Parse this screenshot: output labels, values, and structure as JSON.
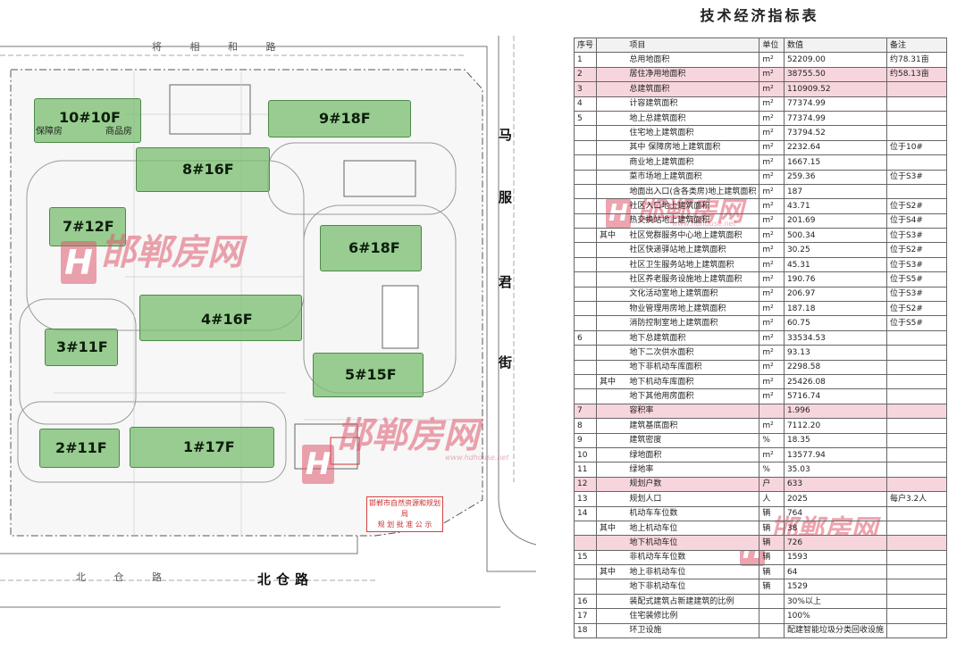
{
  "roads": {
    "north": "将 相 和 路",
    "east": [
      "马",
      "服",
      "君",
      "街"
    ],
    "south_small": "北 仓 路",
    "south_bold": "北仓路"
  },
  "buildings": [
    {
      "id": "b10",
      "label": "10#10F"
    },
    {
      "id": "b9",
      "label": "9#18F"
    },
    {
      "id": "b8",
      "label": "8#16F"
    },
    {
      "id": "b7",
      "label": "7#12F"
    },
    {
      "id": "b6",
      "label": "6#18F"
    },
    {
      "id": "b4",
      "label": "4#16F"
    },
    {
      "id": "b3",
      "label": "3#11F"
    },
    {
      "id": "b5",
      "label": "5#15F"
    },
    {
      "id": "b2",
      "label": "2#11F"
    },
    {
      "id": "b1",
      "label": "1#17F"
    }
  ],
  "small_labels": {
    "security": "保障房",
    "shops": "商品房"
  },
  "notice_lines": [
    "邯郸市自然资源和规划局",
    "规 划 批 准 公 示"
  ],
  "watermark": {
    "logo": "H",
    "text": "邯郸房网",
    "url": "www.hdhouse.net"
  },
  "table": {
    "title": "技术经济指标表",
    "headers": [
      "序号",
      "项目",
      "单位",
      "数值",
      "备注"
    ],
    "rows": [
      {
        "no": "1",
        "group": "",
        "item": "总用地面积",
        "unit": "m²",
        "value": "52209.00",
        "note": "约78.31亩",
        "hl": false
      },
      {
        "no": "2",
        "group": "",
        "item": "居住净用地面积",
        "unit": "m²",
        "value": "38755.50",
        "note": "约58.13亩",
        "hl": true
      },
      {
        "no": "3",
        "group": "",
        "item": "总建筑面积",
        "unit": "m²",
        "value": "110909.52",
        "note": "",
        "hl": true
      },
      {
        "no": "4",
        "group": "",
        "item": "计容建筑面积",
        "unit": "m²",
        "value": "77374.99",
        "note": "",
        "hl": false
      },
      {
        "no": "5",
        "group": "",
        "item": "地上总建筑面积",
        "unit": "m²",
        "value": "77374.99",
        "note": "",
        "hl": false
      },
      {
        "no": "",
        "group": "",
        "item": "住宅地上建筑面积",
        "unit": "m²",
        "value": "73794.52",
        "note": "",
        "hl": false
      },
      {
        "no": "",
        "group": "",
        "item": "其中    保障房地上建筑面积",
        "unit": "m²",
        "value": "2232.64",
        "note": "位于10#",
        "hl": false
      },
      {
        "no": "",
        "group": "",
        "item": "商业地上建筑面积",
        "unit": "m²",
        "value": "1667.15",
        "note": "",
        "hl": false
      },
      {
        "no": "",
        "group": "",
        "item": "菜市场地上建筑面积",
        "unit": "m²",
        "value": "259.36",
        "note": "位于S3#",
        "hl": false
      },
      {
        "no": "",
        "group": "",
        "item": "地面出入口(含各类房)地上建筑面积",
        "unit": "m²",
        "value": "187",
        "note": "",
        "hl": false
      },
      {
        "no": "",
        "group": "",
        "item": "社区入口地上建筑面积",
        "unit": "m²",
        "value": "43.71",
        "note": "位于S2#",
        "hl": false
      },
      {
        "no": "",
        "group": "",
        "item": "热交换站地上建筑面积",
        "unit": "m²",
        "value": "201.69",
        "note": "位于S4#",
        "hl": false
      },
      {
        "no": "",
        "group": "其中",
        "item": "社区党群服务中心地上建筑面积",
        "unit": "m²",
        "value": "500.34",
        "note": "位于S3#",
        "hl": false
      },
      {
        "no": "",
        "group": "",
        "item": "社区快递驿站地上建筑面积",
        "unit": "m²",
        "value": "30.25",
        "note": "位于S2#",
        "hl": false
      },
      {
        "no": "",
        "group": "",
        "item": "社区卫生服务站地上建筑面积",
        "unit": "m²",
        "value": "45.31",
        "note": "位于S3#",
        "hl": false
      },
      {
        "no": "",
        "group": "",
        "item": "社区养老服务设施地上建筑面积",
        "unit": "m²",
        "value": "190.76",
        "note": "位于S5#",
        "hl": false
      },
      {
        "no": "",
        "group": "",
        "item": "文化活动室地上建筑面积",
        "unit": "m²",
        "value": "206.97",
        "note": "位于S3#",
        "hl": false
      },
      {
        "no": "",
        "group": "",
        "item": "物业管理用房地上建筑面积",
        "unit": "m²",
        "value": "187.18",
        "note": "位于S2#",
        "hl": false
      },
      {
        "no": "",
        "group": "",
        "item": "消防控制室地上建筑面积",
        "unit": "m²",
        "value": "60.75",
        "note": "位于S5#",
        "hl": false
      },
      {
        "no": "6",
        "group": "",
        "item": "地下总建筑面积",
        "unit": "m²",
        "value": "33534.53",
        "note": "",
        "hl": false
      },
      {
        "no": "",
        "group": "",
        "item": "地下二次供水面积",
        "unit": "m²",
        "value": "93.13",
        "note": "",
        "hl": false
      },
      {
        "no": "",
        "group": "",
        "item": "地下非机动车库面积",
        "unit": "m²",
        "value": "2298.58",
        "note": "",
        "hl": false
      },
      {
        "no": "",
        "group": "其中",
        "item": "地下机动车库面积",
        "unit": "m²",
        "value": "25426.08",
        "note": "",
        "hl": false
      },
      {
        "no": "",
        "group": "",
        "item": "地下其他用房面积",
        "unit": "m²",
        "value": "5716.74",
        "note": "",
        "hl": false
      },
      {
        "no": "7",
        "group": "",
        "item": "容积率",
        "unit": "",
        "value": "1.996",
        "note": "",
        "hl": true
      },
      {
        "no": "8",
        "group": "",
        "item": "建筑基底面积",
        "unit": "m²",
        "value": "7112.20",
        "note": "",
        "hl": false
      },
      {
        "no": "9",
        "group": "",
        "item": "建筑密度",
        "unit": "%",
        "value": "18.35",
        "note": "",
        "hl": false
      },
      {
        "no": "10",
        "group": "",
        "item": "绿地面积",
        "unit": "m²",
        "value": "13577.94",
        "note": "",
        "hl": false
      },
      {
        "no": "11",
        "group": "",
        "item": "绿地率",
        "unit": "%",
        "value": "35.03",
        "note": "",
        "hl": false
      },
      {
        "no": "12",
        "group": "",
        "item": "规划户数",
        "unit": "户",
        "value": "633",
        "note": "",
        "hl": true
      },
      {
        "no": "13",
        "group": "",
        "item": "规划人口",
        "unit": "人",
        "value": "2025",
        "note": "每户3.2人",
        "hl": false
      },
      {
        "no": "14",
        "group": "",
        "item": "机动车车位数",
        "unit": "辆",
        "value": "764",
        "note": "",
        "hl": false
      },
      {
        "no": "",
        "group": "其中",
        "item": "地上机动车位",
        "unit": "辆",
        "value": "38",
        "note": "",
        "hl": false
      },
      {
        "no": "",
        "group": "",
        "item": "地下机动车位",
        "unit": "辆",
        "value": "726",
        "note": "",
        "hl": true
      },
      {
        "no": "15",
        "group": "",
        "item": "非机动车车位数",
        "unit": "辆",
        "value": "1593",
        "note": "",
        "hl": false
      },
      {
        "no": "",
        "group": "其中",
        "item": "地上非机动车位",
        "unit": "辆",
        "value": "64",
        "note": "",
        "hl": false
      },
      {
        "no": "",
        "group": "",
        "item": "地下非机动车位",
        "unit": "辆",
        "value": "1529",
        "note": "",
        "hl": false
      },
      {
        "no": "16",
        "group": "",
        "item": "装配式建筑占新建建筑的比例",
        "unit": "",
        "value": "30%以上",
        "note": "",
        "hl": false
      },
      {
        "no": "17",
        "group": "",
        "item": "住宅装修比例",
        "unit": "",
        "value": "100%",
        "note": "",
        "hl": false
      },
      {
        "no": "18",
        "group": "",
        "item": "环卫设施",
        "unit": "",
        "value": "配建智能垃圾分类回收设施",
        "note": "",
        "hl": false
      }
    ]
  }
}
